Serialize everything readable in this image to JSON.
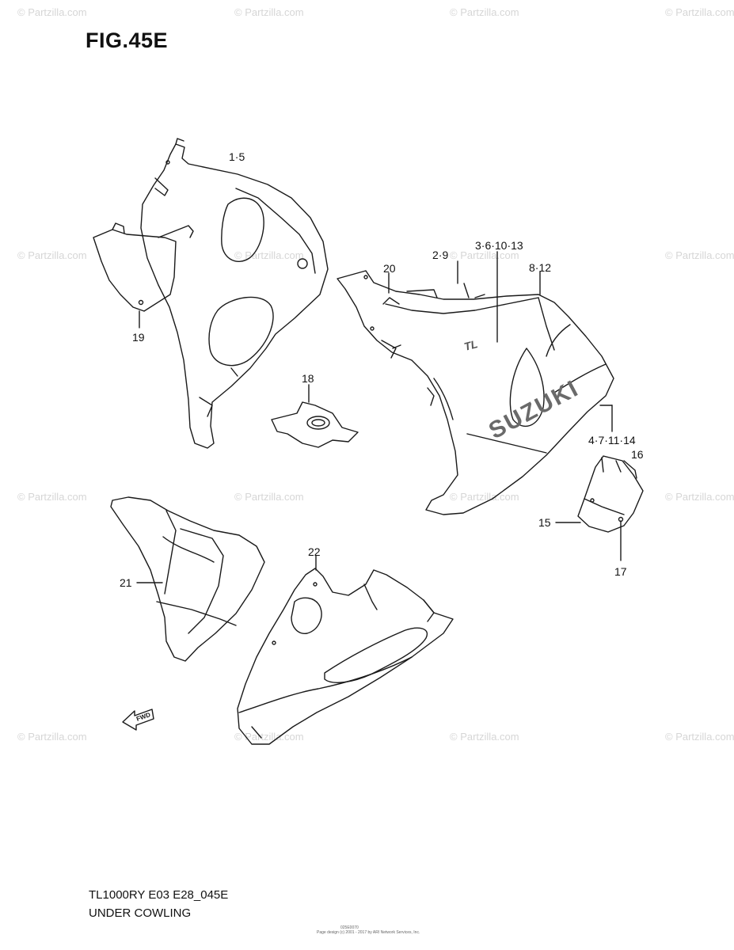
{
  "watermark": "© Partzilla.com",
  "figure": {
    "title": "FIG.45E"
  },
  "parts": {
    "p1": "1·5",
    "p2": "2·9",
    "p3": "3·6·10·13",
    "p4": "4·7·11·14",
    "p8": "8·12",
    "p15": "15",
    "p16": "16",
    "p17": "17",
    "p18": "18",
    "p19": "19",
    "p20": "20",
    "p21": "21",
    "p22": "22"
  },
  "decals": {
    "suzuki": "SUZUKI",
    "model": "TL",
    "fwd": "FWD"
  },
  "footer": {
    "model_code": "TL1000RY E03 E28_045E",
    "diagram_name": "UNDER COWLING",
    "copyright": "Page design (c) 2001 - 2017 by ARI Network Services, Inc.",
    "image_id": "025E0070"
  }
}
